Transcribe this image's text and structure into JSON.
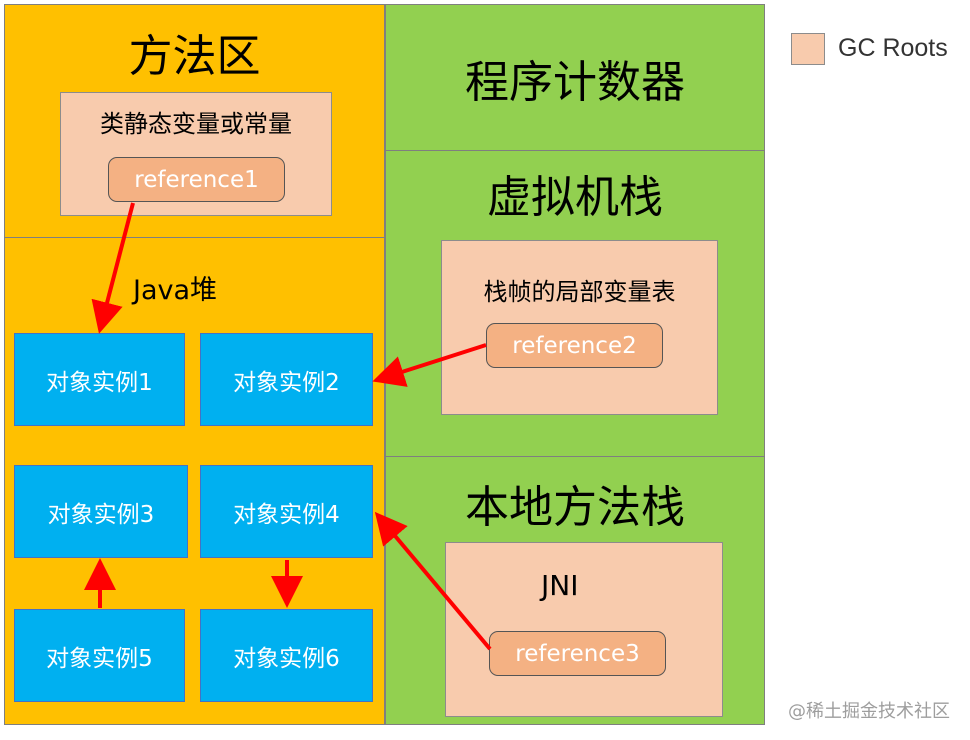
{
  "method_area": {
    "title": "方法区",
    "box_label": "类静态变量或常量",
    "ref": "reference1"
  },
  "heap": {
    "title": "Java堆",
    "objects": [
      "对象实例1",
      "对象实例2",
      "对象实例3",
      "对象实例4",
      "对象实例5",
      "对象实例6"
    ]
  },
  "pc_register": {
    "title": "程序计数器"
  },
  "vm_stack": {
    "title": "虚拟机栈",
    "box_label": "栈帧的局部变量表",
    "ref": "reference2"
  },
  "native_stack": {
    "title": "本地方法栈",
    "box_label": "JNI",
    "ref": "reference3"
  },
  "legend": {
    "label": "GC Roots"
  },
  "watermark": "@稀土掘金技术社区",
  "colors": {
    "orange": "#ffc000",
    "green": "#92d050",
    "gc_root": "#f8cbad",
    "reference": "#f4b183",
    "object": "#00b0f0",
    "arrow": "#ff0000"
  }
}
